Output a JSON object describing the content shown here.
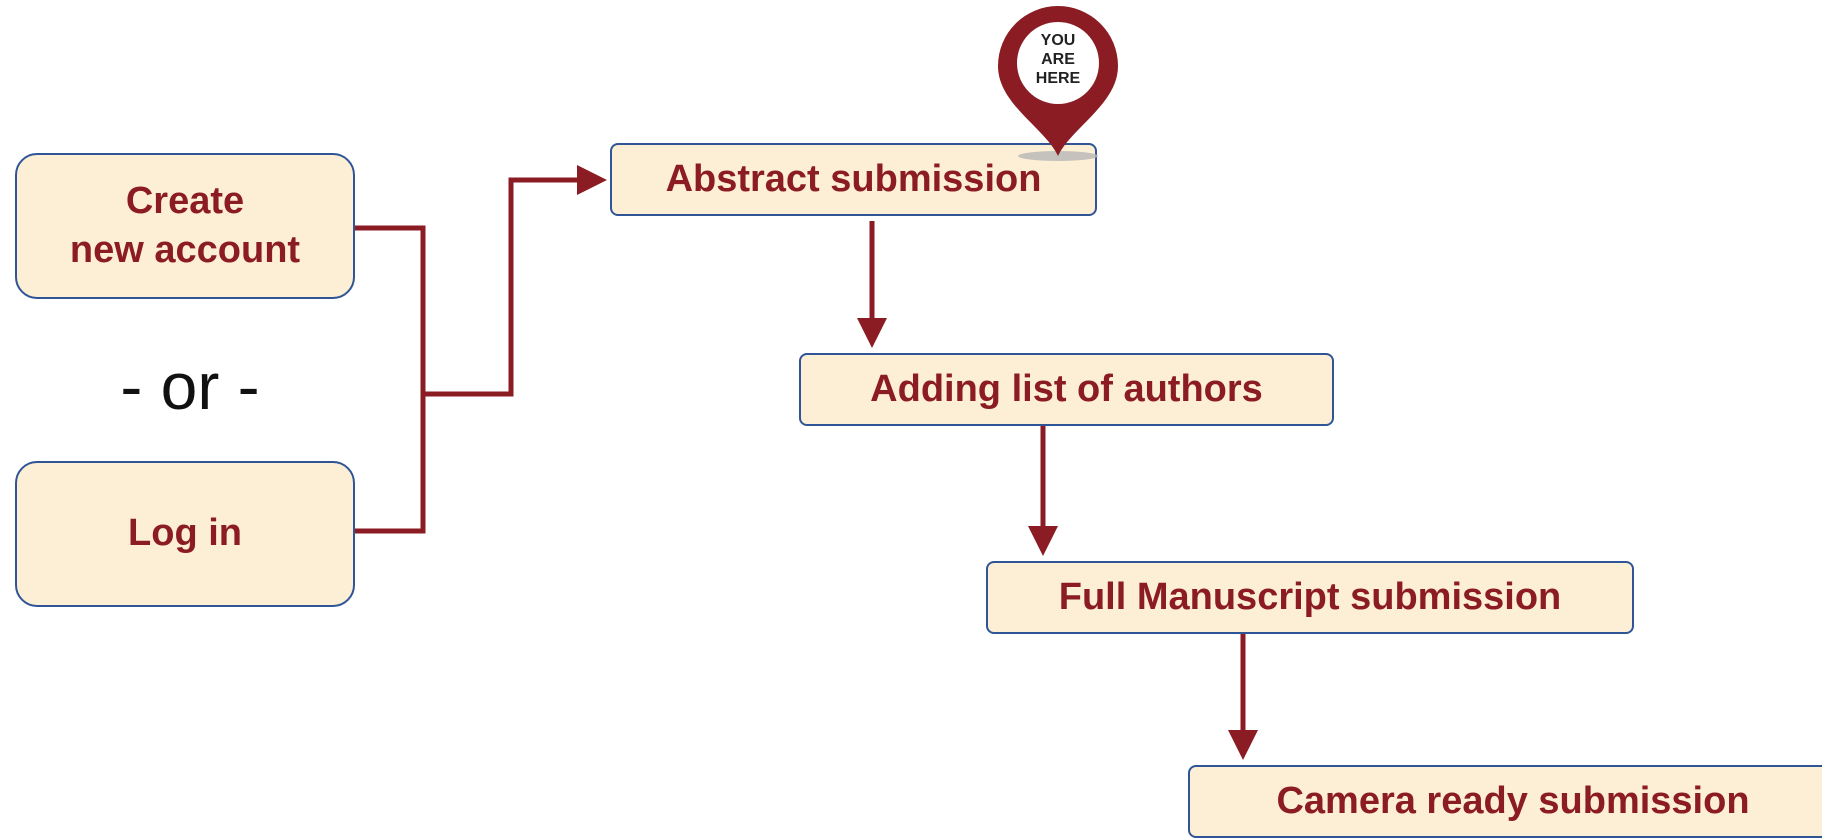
{
  "colors": {
    "box_fill": "#fdefd6",
    "box_border": "#2f5597",
    "accent": "#8b1c24"
  },
  "start": {
    "create_account_line1": "Create",
    "create_account_line2": "new account",
    "separator": "- or -",
    "login": "Log in"
  },
  "steps": {
    "abstract": "Abstract submission",
    "authors": "Adding list of authors",
    "manuscript": "Full Manuscript submission",
    "camera_ready": "Camera ready submission"
  },
  "marker": {
    "icon": "location-pin-icon",
    "line1": "YOU",
    "line2": "ARE",
    "line3": "HERE"
  }
}
